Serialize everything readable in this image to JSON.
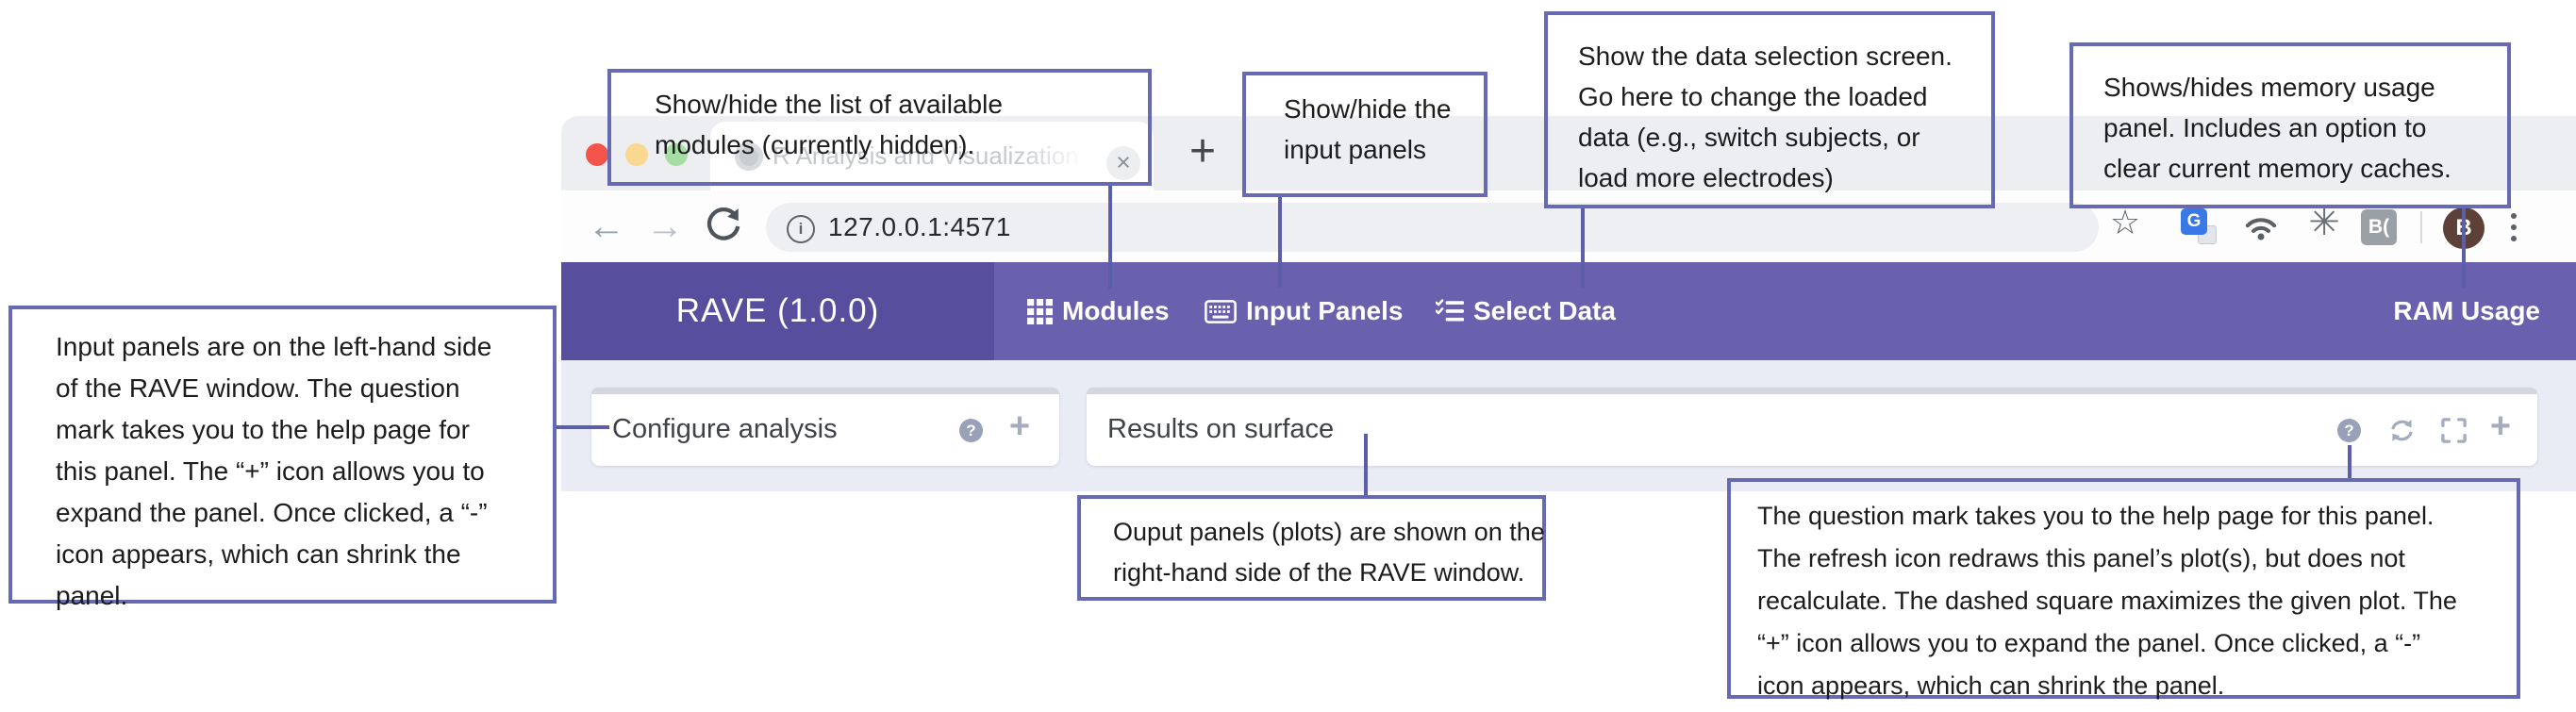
{
  "browser": {
    "tab_title": "R Analysis and Visualization of",
    "close_glyph": "×",
    "new_tab_glyph": "+",
    "back_glyph": "←",
    "forward_glyph": "→",
    "url": "127.0.0.1:4571",
    "info_glyph": "i",
    "star_glyph": "☆",
    "pinwheel_glyph": "✳",
    "translate_letter": "G",
    "extension_b_label": "B(",
    "avatar_initial": "B"
  },
  "app": {
    "brand": "RAVE (1.0.0)",
    "menu": [
      {
        "label": "Modules"
      },
      {
        "label": "Input Panels"
      },
      {
        "label": "Select Data"
      }
    ],
    "ram_usage_label": "RAM Usage",
    "input_panel_title": "Configure analysis",
    "output_panel_title": "Results on surface",
    "help_glyph": "?",
    "expand_glyph": "+"
  },
  "callouts": {
    "modules": {
      "lines": [
        "Show/hide the list of available",
        "modules (currently hidden)."
      ]
    },
    "input_panels": {
      "lines": [
        "Show/hide the",
        "input panels"
      ]
    },
    "select_data": {
      "lines": [
        "Show the data selection screen.",
        "Go here to change the loaded",
        "data (e.g., switch subjects, or",
        "load more electrodes)"
      ]
    },
    "ram_usage": {
      "lines": [
        "Shows/hides memory usage",
        "panel. Includes an option to",
        "clear current memory caches."
      ]
    },
    "input_side": {
      "lines": [
        "Input panels are on the left-hand side",
        "of the RAVE window. The question",
        "mark takes you to the help page for",
        "this panel. The “+” icon allows you to",
        "expand the panel. Once clicked, a “-”",
        "icon appears, which can shrink the",
        "panel."
      ]
    },
    "output_side": {
      "lines": [
        "Ouput panels (plots) are shown on the",
        "right-hand side of the RAVE window."
      ]
    },
    "output_icons": {
      "lines": [
        "The question mark takes you to the help page for this panel.",
        "The refresh icon redraws this panel’s plot(s), but does not",
        "recalculate. The dashed square maximizes the given plot. The",
        "“+” icon allows you to expand the panel. Once clicked, a “-”",
        "icon appears, which can shrink the panel."
      ]
    }
  },
  "colors": {
    "header_dark": "#574e9e",
    "header_light": "#6961ae",
    "content_bg": "#e9ebf5",
    "callout_border": "#666ab2",
    "connector": "#5c5ea9",
    "traffic_red": "#f5544b",
    "traffic_yellow": "#f8d98f",
    "traffic_green": "#a5dda2",
    "translate_blue": "#3b78e7",
    "avatar_brown": "#5d4037"
  }
}
